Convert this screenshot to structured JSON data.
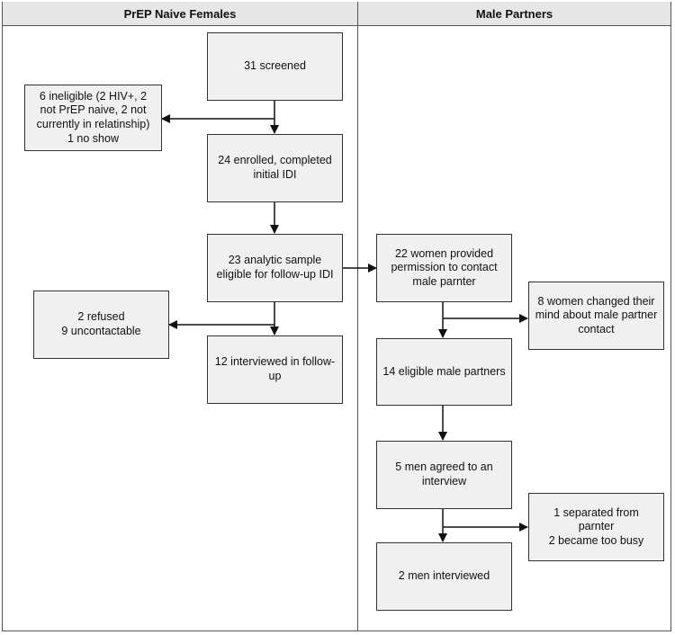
{
  "lanes": {
    "left_title": "PrEP Naive Females",
    "right_title": "Male Partners"
  },
  "boxes": {
    "screened": "31 screened",
    "ineligible": "6 ineligible (2 HIV+, 2 not PrEP naive, 2 not currently in relatinship)\n1 no show",
    "enrolled": "24 enrolled, completed initial IDI",
    "analytic": "23 analytic sample eligible for follow-up IDI",
    "refused": "2 refused\n9 uncontactable",
    "interviewed_followup": "12 interviewed in follow-up",
    "permission": "22 women provided permission to contact male parnter",
    "changed_mind": "8 women changed their mind about male partner contact",
    "eligible_males": "14 eligible male partners",
    "agreed": "5 men agreed to an interview",
    "separated": "1 separated from parnter\n2 became too busy",
    "men_interviewed": "2 men interviewed"
  }
}
